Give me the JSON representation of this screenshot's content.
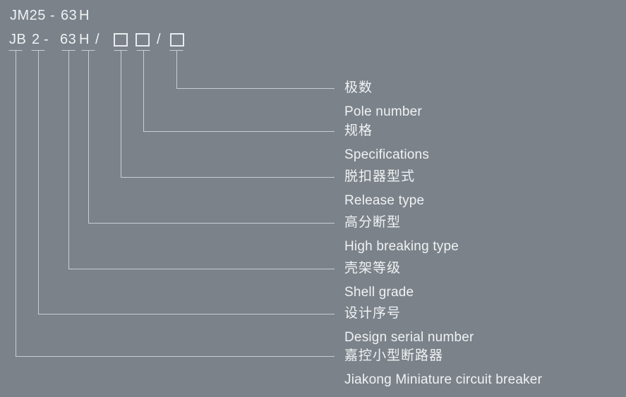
{
  "page": {
    "background_color": "#7b828a",
    "text_color": "#f0f2f3",
    "line_color": "#d8dcdf"
  },
  "model": {
    "line1": {
      "full": "JM25 - 63 H",
      "segments": [
        {
          "t": "JM25"
        },
        {
          "t": "-"
        },
        {
          "t": "63"
        },
        {
          "t": "H"
        }
      ]
    },
    "line2": {
      "full": "JB 2 - 63 H / □ □ / □",
      "segments": [
        {
          "t": "JB"
        },
        {
          "t": "2"
        },
        {
          "t": "-"
        },
        {
          "t": "63"
        },
        {
          "t": "H"
        },
        {
          "t": "/"
        },
        {
          "box": true
        },
        {
          "box": true
        },
        {
          "t": "/"
        },
        {
          "box": true
        }
      ]
    }
  },
  "legend": {
    "items": [
      {
        "zh": "极数",
        "en": "Pole number"
      },
      {
        "zh": "规格",
        "en": "Specifications"
      },
      {
        "zh": "脱扣器型式",
        "en": "Release type"
      },
      {
        "zh": "高分断型",
        "en": "High breaking type"
      },
      {
        "zh": "壳架等级",
        "en": "Shell grade"
      },
      {
        "zh": "设计序号",
        "en": "Design serial number"
      },
      {
        "zh": "嘉控小型断路器",
        "en": "Jiakong Miniature circuit breaker"
      }
    ]
  }
}
